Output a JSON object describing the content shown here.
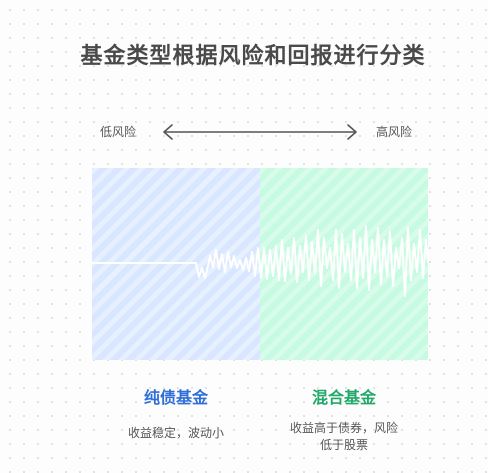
{
  "title": "基金类型根据风险和回报进行分类",
  "risk_scale": {
    "low_label": "低风险",
    "high_label": "高风险"
  },
  "categories": [
    {
      "name": "纯债基金",
      "description": "收益稳定，波动小",
      "color": "#2f6fd8",
      "panel_color": "#d9e6ff"
    },
    {
      "name": "混合基金",
      "description_line1": "收益高于债券，风险",
      "description_line2": "低于股票",
      "color": "#22a96a",
      "panel_color": "#c6fae1"
    }
  ],
  "colors": {
    "title": "#4a4a4a",
    "arrow": "#555555",
    "wave": "#ffffff"
  }
}
